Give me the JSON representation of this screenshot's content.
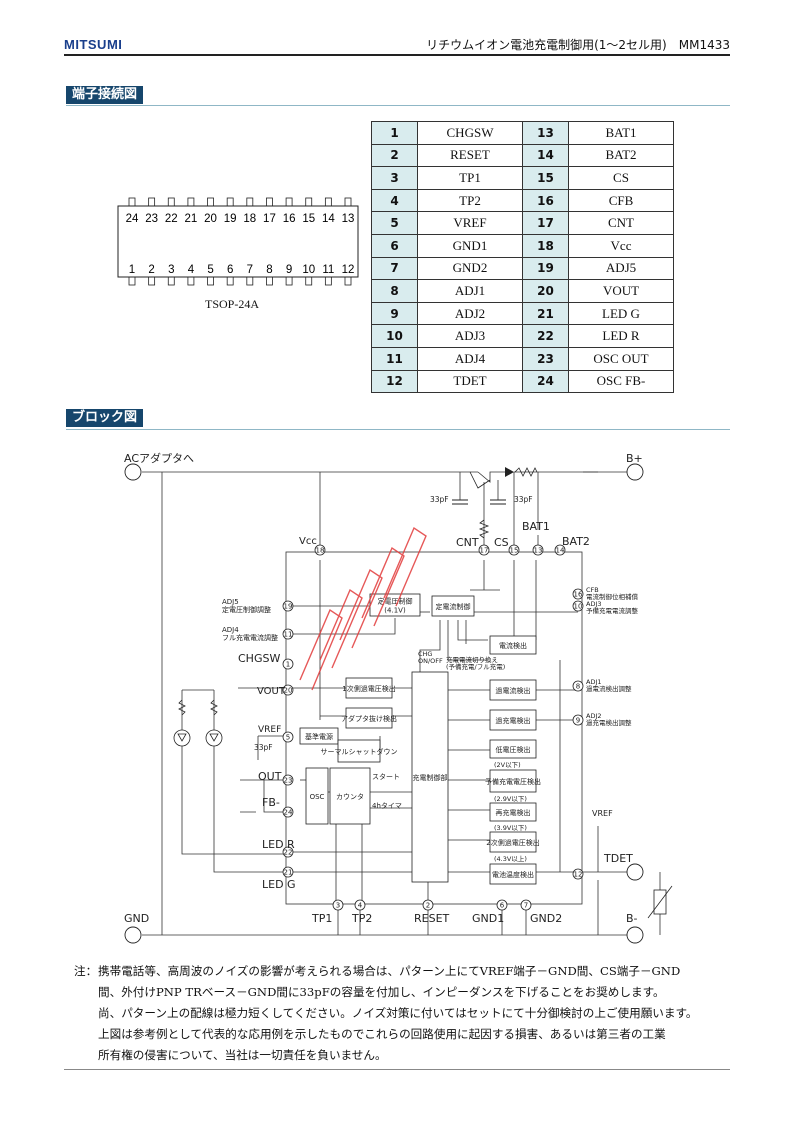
{
  "header": {
    "logo": "MITSUMI",
    "title": "リチウムイオン電池充電制御用(1〜2セル用)　MM1433"
  },
  "sections": {
    "pin_connection": "端子接続図",
    "block_diagram": "ブロック図"
  },
  "package": {
    "name": "TSOP-24A",
    "top_pins": [
      "24",
      "23",
      "22",
      "21",
      "20",
      "19",
      "18",
      "17",
      "16",
      "15",
      "14",
      "13"
    ],
    "bottom_pins": [
      "1",
      "2",
      "3",
      "4",
      "5",
      "6",
      "7",
      "8",
      "9",
      "10",
      "11",
      "12"
    ]
  },
  "pins": [
    {
      "n1": "1",
      "f1": "CHGSW",
      "n2": "13",
      "f2": "BAT1"
    },
    {
      "n1": "2",
      "f1": "RESET",
      "n2": "14",
      "f2": "BAT2"
    },
    {
      "n1": "3",
      "f1": "TP1",
      "n2": "15",
      "f2": "CS"
    },
    {
      "n1": "4",
      "f1": "TP2",
      "n2": "16",
      "f2": "CFB"
    },
    {
      "n1": "5",
      "f1": "VREF",
      "n2": "17",
      "f2": "CNT"
    },
    {
      "n1": "6",
      "f1": "GND1",
      "n2": "18",
      "f2": "Vcc"
    },
    {
      "n1": "7",
      "f1": "GND2",
      "n2": "19",
      "f2": "ADJ5"
    },
    {
      "n1": "8",
      "f1": "ADJ1",
      "n2": "20",
      "f2": "VOUT"
    },
    {
      "n1": "9",
      "f1": "ADJ2",
      "n2": "21",
      "f2": "LED G"
    },
    {
      "n1": "10",
      "f1": "ADJ3",
      "n2": "22",
      "f2": "LED R"
    },
    {
      "n1": "11",
      "f1": "ADJ4",
      "n2": "23",
      "f2": "OSC OUT"
    },
    {
      "n1": "12",
      "f1": "TDET",
      "n2": "24",
      "f2": "OSC FB-"
    }
  ],
  "diagram": {
    "ac_adapter": "ACアダプタへ",
    "b_plus": "B+",
    "b_minus": "B-",
    "gnd": "GND",
    "cap1": "33pF",
    "cap2": "33pF",
    "cap3": "33pF",
    "vcc": "Vcc",
    "cnt": "CNT",
    "cs": "CS",
    "bat1": "BAT1",
    "bat2": "BAT2",
    "adj5": "ADJ5",
    "adj5_desc": "定電圧制御調整",
    "adj4": "ADJ4",
    "adj4_desc": "フル充電電流調整",
    "chgsw": "CHGSW",
    "vout": "VOUT",
    "vref": "VREF",
    "out": "OUT",
    "fb": "FB-",
    "led_r": "LED R",
    "led_g": "LED G",
    "tp1": "TP1",
    "tp2": "TP2",
    "reset": "RESET",
    "gnd1": "GND1",
    "gnd2": "GND2",
    "cfb": "CFB",
    "cfb_desc": "電流制御位相補償",
    "adj3": "ADJ3",
    "adj3_desc": "予備充電電流調整",
    "adj1": "ADJ1",
    "adj1_desc": "過電流検出調整",
    "adj2": "ADJ2",
    "adj2_desc": "過充電検出調整",
    "vref_right": "VREF",
    "tdet": "TDET",
    "chg_onoff": "CHG ON/OFF",
    "switch_desc1": "充電電流切り換え",
    "switch_desc2": "(予備充電/フル充電)",
    "start": "スタート",
    "timer": "4hタイマ",
    "blocks": {
      "cv_ctrl": "定電圧制御",
      "cv_v": "(4.1V)",
      "cc_ctrl": "定電流制御",
      "i_detect": "電流検出",
      "v1_detect": "1次側過電圧検出",
      "adapter_detect": "アダプタ抜け検出",
      "vref_block": "基準電源",
      "thermal": "サーマルシャットダウン",
      "charge_ctrl": "充電制御部",
      "osc": "OSC",
      "counter": "カウンタ",
      "oc_detect": "過電流検出",
      "ov_detect": "過充電検出",
      "lv_detect": "低電圧検出",
      "lv_note": "(2V以下)",
      "pre_detect": "予備充電電圧検出",
      "pre_note": "(2.9V以下)",
      "re_detect": "再充電検出",
      "re_note": "(3.9V以下)",
      "ov2_detect": "2次側過電圧検出",
      "ov2_note": "(4.3V以上)",
      "temp_detect": "電池温度検出"
    },
    "pin_nums": {
      "p18": "18",
      "p17": "17",
      "p15": "15",
      "p13": "13",
      "p14": "14",
      "p16": "16",
      "p10": "10",
      "p19": "19",
      "p11": "11",
      "p1": "1",
      "p20": "20",
      "p5": "5",
      "p23": "23",
      "p24": "24",
      "p22": "22",
      "p21": "21",
      "p3": "3",
      "p4": "4",
      "p2": "2",
      "p6": "6",
      "p7": "7",
      "p8": "8",
      "p9": "9",
      "p12": "12"
    }
  },
  "note": {
    "label": "注：",
    "lines": [
      "携帯電話等、高周波のノイズの影響が考えられる場合は、パターン上にてVREF端子－GND間、CS端子－GND",
      "間、外付けPNP TRベース－GND間に33pFの容量を付加し、インピーダンスを下げることをお奨めします。",
      "尚、パターン上の配線は極力短くしてください。ノイズ対策に付いてはセットにて十分御検討の上ご使用願います。",
      "上図は参考例として代表的な応用例を示したものでこれらの回路使用に起因する損害、あるいは第三者の工業",
      "所有権の侵害について、当社は一切責任を負いません。"
    ]
  },
  "colors": {
    "brand": "#1a3f8c",
    "section_bar": "#16466c",
    "pin_cell": "#d9ecee",
    "watermark": "#e23b3b"
  }
}
